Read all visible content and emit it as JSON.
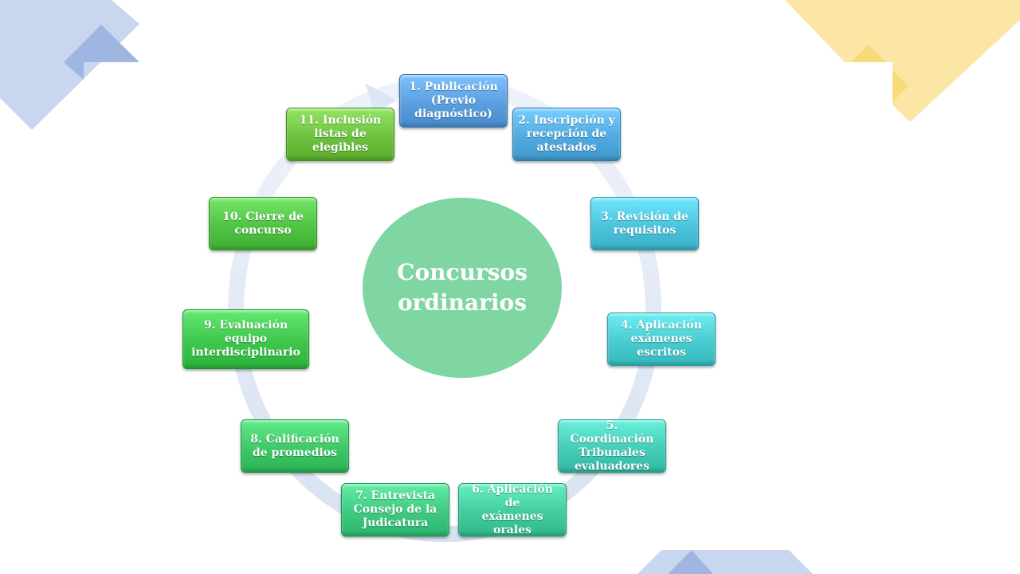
{
  "diagram": {
    "center_label": "Concursos ordinarios",
    "steps": [
      {
        "label": "1. Publicación\n(Previo\ndiagnóstico)",
        "color": "#5b9fe0"
      },
      {
        "label": "2. Inscripción y\nrecepción de\natestados",
        "color": "#52abe0"
      },
      {
        "label": "3. Revisión de\nrequisitos",
        "color": "#4cc4dc"
      },
      {
        "label": "4. Aplicación\nexámenes\nescritos",
        "color": "#49ccd0"
      },
      {
        "label": "5. Coordinación\nTribunales\nevaluadores",
        "color": "#45cdb8"
      },
      {
        "label": "6. Aplicación de\nexámenes\norales",
        "color": "#43cc9e"
      },
      {
        "label": "7. Entrevista\nConsejo de la\nJudicatura",
        "color": "#3fca82"
      },
      {
        "label": "8. Calificación\nde promedios",
        "color": "#3ec868"
      },
      {
        "label": "9. Evaluación\nequipo\ninterdisciplinario",
        "color": "#3ec64d"
      },
      {
        "label": "10. Cierre de\nconcurso",
        "color": "#52c445"
      },
      {
        "label": "11. Inclusión\nlistas de\nelegibles",
        "color": "#6ec23f"
      }
    ]
  },
  "colors": {
    "center_fill": "#7fd6a3",
    "ring": "#dde6f4",
    "deco_blue": "#b6c8ec",
    "deco_blue_dark": "#8fa8dc",
    "deco_yellow": "#fbe39a",
    "deco_yellow_dark": "#f7d56a"
  }
}
